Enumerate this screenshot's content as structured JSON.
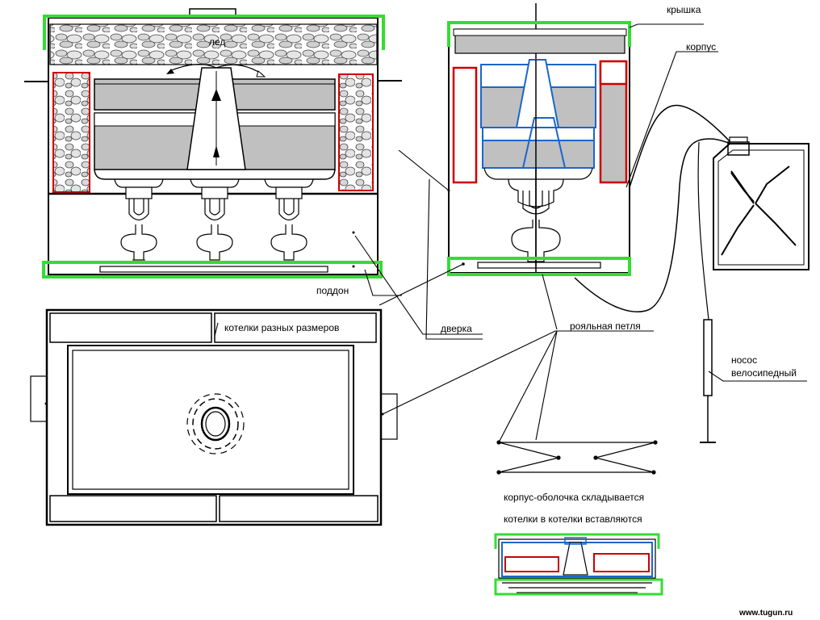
{
  "labels": {
    "ice": "лед",
    "lid": "крышка",
    "body": "корпус",
    "tray": "поддон",
    "door": "дверка",
    "piano_hinge": "рояльная петля",
    "pots_sizes": "котелки разных размеров",
    "pump_line1": "носос",
    "pump_line2": "велосипедный",
    "fold_note": "корпус-оболочка складывается",
    "nest_note": "котелки в котелки  вставляются",
    "watermark": "www.tugun.ru"
  },
  "colors": {
    "lid_green": "#33dd33",
    "wall_red": "#cc0000",
    "pot_blue": "#1a66cc",
    "water_gray": "#c0c0c0",
    "ink": "#000000"
  }
}
